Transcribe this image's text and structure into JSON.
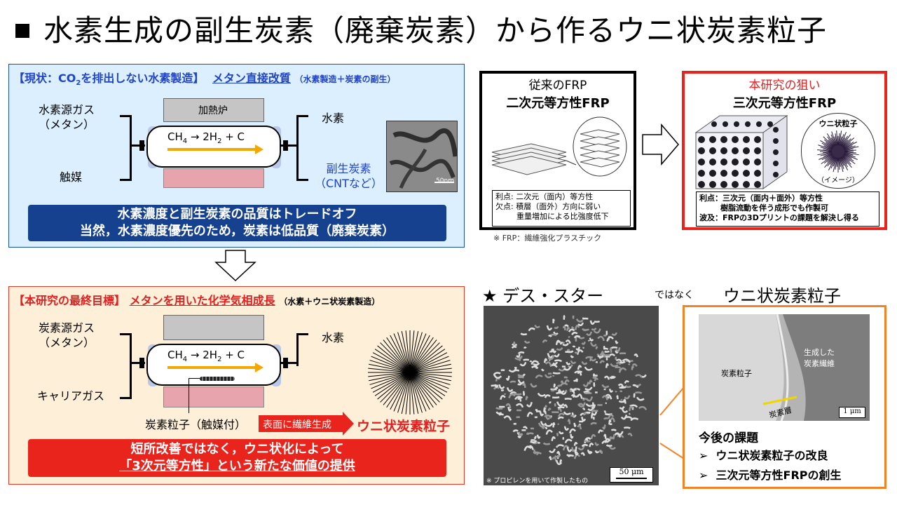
{
  "title": "水素生成の副生炭素（廃棄炭素）から作るウニ状炭素粒子",
  "top_panel": {
    "header_prefix": "【現状：CO",
    "header_sub": "2",
    "header_suffix": "を排出しない水素製造】",
    "header_method": "メタン直接改質",
    "header_note": "（水素製造＋炭素の副生）",
    "input1_line1": "水素源ガス",
    "input1_line2": "（メタン）",
    "input2": "触媒",
    "furnace_label": "加熱炉",
    "eq_ch": "CH",
    "eq_ch_sub": "4",
    "eq_mid": " → 2H",
    "eq_h_sub": "2",
    "eq_end": " + C",
    "output1": "水素",
    "output2_line1": "副生炭素",
    "output2_line2": "（CNTなど）",
    "scale_label": "50nm",
    "banner_line1": "水素濃度と副生炭素の品質はトレードオフ",
    "banner_line2": "当然，水素濃度優先のため，炭素は低品質（廃棄炭素）"
  },
  "bottom_panel": {
    "header_prefix": "【本研究の最終目標】",
    "header_method": "メタンを用いた化学気相成長",
    "header_note": "（水素＋ウニ状炭素製造）",
    "input1_line1": "炭素源ガス",
    "input1_line2": "（メタン）",
    "input2": "キャリアガス",
    "eq_ch": "CH",
    "eq_ch_sub": "4",
    "eq_mid": " → 2H",
    "eq_h_sub": "2",
    "eq_end": " + C",
    "output1": "水素",
    "particle_label": "炭素粒子（触媒付）",
    "growth_label": "表面に繊維生成",
    "result": "ウニ状炭素粒子",
    "banner_line1": "短所改善ではなく，ウニ状化によって",
    "banner_line2": "「3次元等方性」という新たな価値の提供"
  },
  "frp_box": {
    "small_title": "従来のFRP",
    "main_title": "二次元等方性FRP",
    "info_line1": "利点: 二次元（面内）等方性",
    "info_line2": "欠点: 積層（面外）方向に弱い",
    "info_line3": "重量増加による比強度低下",
    "footnote": "※ FRP：繊維強化プラスチック"
  },
  "aim_box": {
    "small_title": "本研究の狙い",
    "main_title": "三次元等方性FRP",
    "inset_title": "ウニ状粒子",
    "inset_caption": "（イメージ）",
    "info_line1": "利点：三次元（面内＋面外）等方性",
    "info_line2": "樹脂流動を伴う成形でも作製可",
    "info_line3": "波及：FRPの3Dプリントの課題を解決し得る"
  },
  "deathstar": {
    "star_label": "★ デス・スター",
    "middle": "ではなく",
    "right": "ウニ状炭素粒子",
    "sem_note": "※ プロピレンを用いて作製したもの",
    "sem_scale": "50 μm"
  },
  "tasks_box": {
    "label_particle": "炭素粒子",
    "label_fiber_line1": "生成した",
    "label_fiber_line2": "炭素繊維",
    "label_layer": "炭素層",
    "scale": "1 μm",
    "heading": "今後の課題",
    "item1": "ウニ状炭素粒子の改良",
    "item2": "三次元等方性FRPの創生"
  },
  "colors": {
    "blue_accent": "#1f44c8",
    "red_accent": "#e8241c",
    "orange_frame": "#f08426",
    "banner_blue": "#16418f"
  }
}
